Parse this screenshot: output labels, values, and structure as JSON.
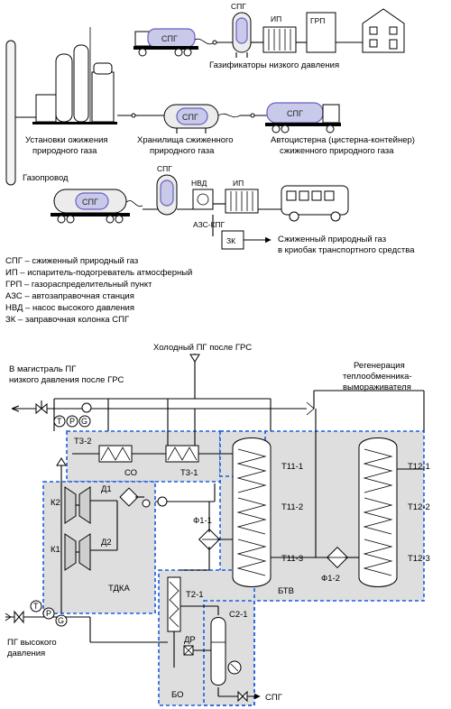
{
  "scheme": {
    "labels": {
      "spg_tank_top": "СПГ",
      "ip_top": "ИП",
      "grp": "ГРП",
      "spg_truck": "СПГ",
      "spg_storage": "СПГ",
      "spg_tanker": "СПГ",
      "spg_tank_mid": "СПГ",
      "nvd": "НВД",
      "ip_mid": "ИП",
      "spg_train": "СПГ",
      "azs": "АЗС-КПГ",
      "zk": "ЗК"
    },
    "captions": {
      "gasifiers": "Газификаторы низкого давления",
      "plants_l1": "Установки ожижения",
      "plants_l2": "природного газа",
      "storage_l1": "Хранилища сжиженного",
      "storage_l2": "природного газа",
      "tanker_l1": "Автоцистерна (цистерна-контейнер)",
      "tanker_l2": "сжиженного природного газа",
      "pipeline": "Газопровод",
      "cryotank_l1": "Сжиженный природный газ",
      "cryotank_l2": "в криобак транспортного средства"
    },
    "legend": [
      "СПГ – сжиженный природный газ",
      "ИП – испаритель-подогреватель атмосферный",
      "ГРП – газораспределительный пункт",
      "АЗС – автозаправочная станция",
      "НВД – насос высокого давления",
      "ЗК – заправочная колонка СПГ"
    ]
  },
  "process": {
    "cold_gas": "Холодный ПГ после ГРС",
    "main_l1": "В магистраль ПГ",
    "main_l2": "низкого давления после ГРС",
    "regen_l1": "Регенерация",
    "regen_l2": "теплообменника-",
    "regen_l3": "вымораживателя",
    "hp_gas_l1": "ПГ высокого",
    "hp_gas_l2": "давления",
    "spg_out": "СПГ",
    "gauges": {
      "t": "T",
      "p": "P",
      "g": "G"
    },
    "equipment": {
      "t32": "Т3-2",
      "co": "СО",
      "t31": "Т3-1",
      "k2": "К2",
      "k1": "К1",
      "d1": "Д1",
      "d2": "Д2",
      "tdka": "ТДКА",
      "t11_1": "Т11-1",
      "t11_2": "Т11-2",
      "t11_3": "Т11-3",
      "f11": "Ф1-1",
      "f12": "Ф1-2",
      "t12_1": "Т12-1",
      "t12_2": "Т12-2",
      "t12_3": "Т12-3",
      "btv": "БТВ",
      "t21": "Т2-1",
      "dr": "ДР",
      "c21": "С2-1",
      "bo": "БО"
    }
  }
}
